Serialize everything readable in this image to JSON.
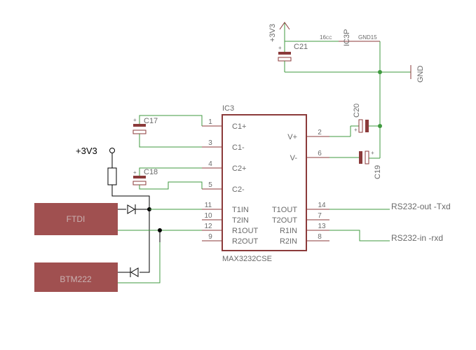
{
  "ic": {
    "name": "IC3",
    "part": "MAX3232CSE",
    "left_pins": [
      {
        "num": "1",
        "label": "C1+"
      },
      {
        "num": "3",
        "label": "C1-"
      },
      {
        "num": "4",
        "label": "C2+"
      },
      {
        "num": "5",
        "label": "C2-"
      },
      {
        "num": "11",
        "label": "T1IN"
      },
      {
        "num": "10",
        "label": "T2IN"
      },
      {
        "num": "12",
        "label": "R1OUT"
      },
      {
        "num": "9",
        "label": "R2OUT"
      }
    ],
    "right_pins": [
      {
        "num": "2",
        "label": "V+"
      },
      {
        "num": "6",
        "label": "V-"
      },
      {
        "num": "14",
        "label": "T1OUT"
      },
      {
        "num": "7",
        "label": "T2OUT"
      },
      {
        "num": "13",
        "label": "R1IN"
      },
      {
        "num": "8",
        "label": "R2IN"
      }
    ]
  },
  "power_part": {
    "name": "IC3P",
    "pin16": "16",
    "pin16_sub": "CC",
    "pin15": "GND15"
  },
  "supply": {
    "top": "+3V3",
    "left": "+3V3"
  },
  "ground": "GND",
  "capacitors": {
    "c21": "C21",
    "c17": "C17",
    "c18": "C18",
    "c20": "C20",
    "c19": "C19"
  },
  "blocks": {
    "ftdi": "FTDI",
    "btm": "BTM222"
  },
  "nets": {
    "tx": "RS232-out -Txd",
    "rx": "RS232-in -rxd"
  },
  "colors": {
    "wire": "#3f9a3f",
    "body": "#8b3a3a",
    "block": "#a05050",
    "text": "#6a6a6a"
  }
}
